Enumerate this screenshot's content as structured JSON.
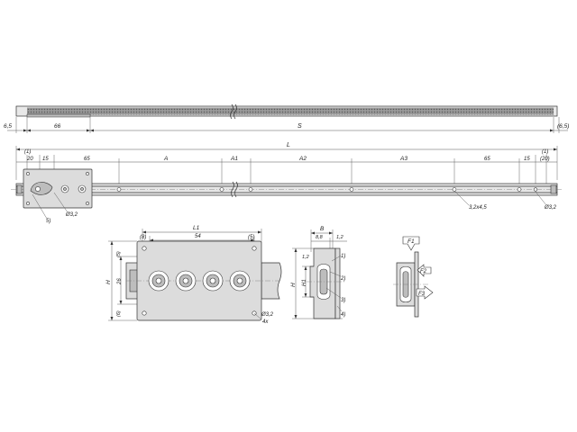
{
  "top_view": {
    "dim_left_offset": "6,5",
    "dim_left_length": "66",
    "dim_stroke": "S",
    "dim_right_offset": "(6,5)"
  },
  "side_view": {
    "dim_L": "L",
    "dim_left_paren": "(1)",
    "dim_right_paren": "(1)",
    "dims": [
      "20",
      "15",
      "65",
      "A",
      "A1",
      "A2",
      "A3",
      "65",
      "15",
      "(20)"
    ],
    "slot_label": "3,2x4,5",
    "hole_left_label": "Ø3,2",
    "hole_right_label": "Ø3,2",
    "callout_5": "5)"
  },
  "detail_view": {
    "dim_L1": "L1",
    "dim_54": "54",
    "dim_8": "(8)",
    "dim_5_top": "(5)",
    "dim_H": "H",
    "dim_26": "26",
    "dim_5_left": "(5)",
    "dim_6": "(6)",
    "hole_label": "Ø3,2",
    "hole_count": "4x"
  },
  "section_view": {
    "dim_B": "B",
    "dim_8_8": "8,8",
    "dim_1_2_top": "1,2",
    "dim_1_2_side": "1,2",
    "dim_H": "H",
    "dim_H1": "H1",
    "callouts": [
      "1)",
      "2)",
      "3)",
      "4)"
    ]
  },
  "load_view": {
    "forces": [
      "F1",
      "F2",
      "F3"
    ]
  }
}
